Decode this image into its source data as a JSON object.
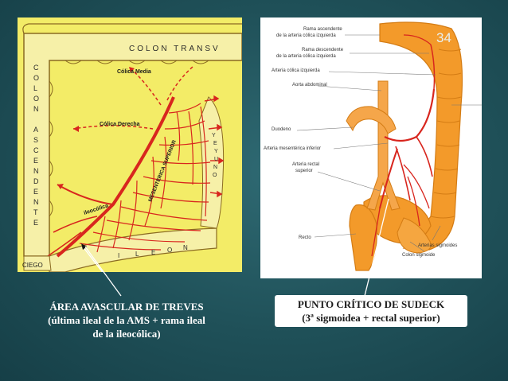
{
  "slide_number": "34",
  "left_figure": {
    "colon_transverso_label": "COLON   TRANSV",
    "colon_ascendente_letters": [
      "C",
      "O",
      "L",
      "O",
      "N",
      "",
      "A",
      "S",
      "C",
      "E",
      "N",
      "D",
      "E",
      "N",
      "T",
      "E"
    ],
    "colica_media": "Cólica Media",
    "colica_derecha": "Cólica Derecha",
    "mesenterica_superior": "MESENTERICA SUPERIOR",
    "ileocolica": "ileocólica",
    "ciego": "CIEGO",
    "ileon_letters": [
      "I",
      "L",
      "E",
      "O",
      "N"
    ],
    "yeyuno_letters": [
      "Y",
      "E",
      "Y",
      "U",
      "N",
      "O"
    ]
  },
  "right_figure": {
    "labels": [
      "Rama ascendente",
      "de la arteria cólica izquierda",
      "Rama descendente",
      "de la arteria cólica izquierda",
      "Arteria cólica izquierda",
      "Aorta abdominal",
      "Duodeno",
      "Arteria mesentérica inferior",
      "Arteria rectal",
      "superior",
      "Recto",
      "Arterias sigmoides",
      "Colon sigmoide"
    ]
  },
  "captions": {
    "left_line1": "ÁREA AVASCULAR DE TREVES",
    "left_line2": "(última ileal de la AMS + rama ileal",
    "left_line3": "de la ileocólica)",
    "right_line1": "PUNTO CRÍTICO DE SUDECK",
    "right_line2": "(3ª sigmoidea + rectal superior)"
  },
  "colors": {
    "background": "#1f5058",
    "left_figure_bg": "#f3ec67",
    "artery_red": "#d8261e",
    "colon_orange": "#f39a2a"
  }
}
